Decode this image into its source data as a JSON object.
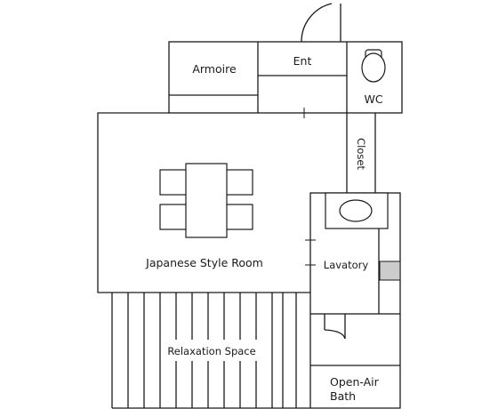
{
  "floor_plan": {
    "rooms": {
      "armoire": "Armoire",
      "entrance": "Ent",
      "wc": "WC",
      "closet": "Closet",
      "japanese_room": "Japanese Style Room",
      "lavatory": "Lavatory",
      "relaxation": "Relaxation Space",
      "bath_line1": "Open-Air",
      "bath_line2": "Bath"
    },
    "colors": {
      "line": "#1a1a1a",
      "background": "#ffffff",
      "fixture_fill": "#cccccc"
    }
  }
}
